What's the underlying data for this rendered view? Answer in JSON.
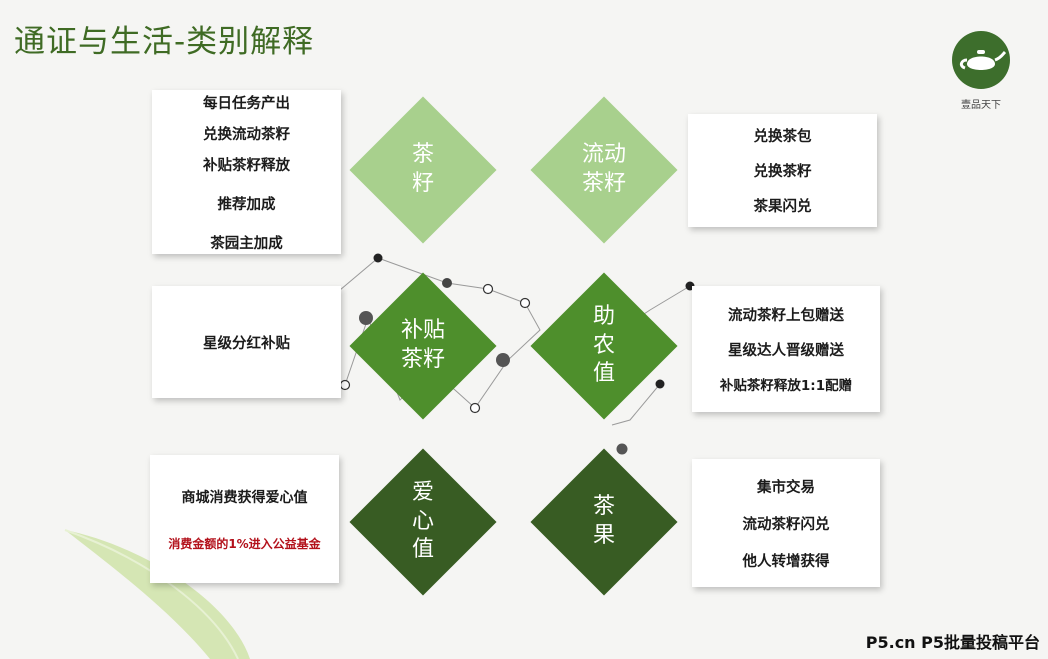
{
  "title": "通证与生活-类别解释",
  "logo": {
    "caption": "壹品天下"
  },
  "colors": {
    "light_green": "#a8d08d",
    "mid_green": "#4e8f2c",
    "dark_green": "#385c23",
    "title_green": "#3f6b24",
    "red_text": "#b3111b"
  },
  "diamonds": [
    {
      "lines": [
        "茶",
        "籽"
      ]
    },
    {
      "lines": [
        "流动",
        "茶籽"
      ]
    },
    {
      "lines": [
        "补贴",
        "茶籽"
      ]
    },
    {
      "lines": [
        "助",
        "农",
        "值"
      ]
    },
    {
      "lines": [
        "爱",
        "心",
        "值"
      ]
    },
    {
      "lines": [
        "茶",
        "果"
      ]
    }
  ],
  "boxes": {
    "tea_seed": [
      "每日任务产出",
      "兑换流动茶籽",
      "补贴茶籽释放",
      "推荐加成",
      "茶园主加成"
    ],
    "flow_seed": [
      "兑换茶包",
      "兑换茶籽",
      "茶果闪兑"
    ],
    "subsidy_seed": [
      "星级分红补贴"
    ],
    "farm_aid": [
      "流动茶籽上包赠送",
      "星级达人晋级赠送",
      "补贴茶籽释放1:1配赠"
    ],
    "love_value": [
      "商城消费获得爱心值",
      "消费金额的1%进入公益基金"
    ],
    "tea_fruit": [
      "集市交易",
      "流动茶籽闪兑",
      "他人转增获得"
    ]
  },
  "footer": "P5.cn P5批量投稿平台"
}
